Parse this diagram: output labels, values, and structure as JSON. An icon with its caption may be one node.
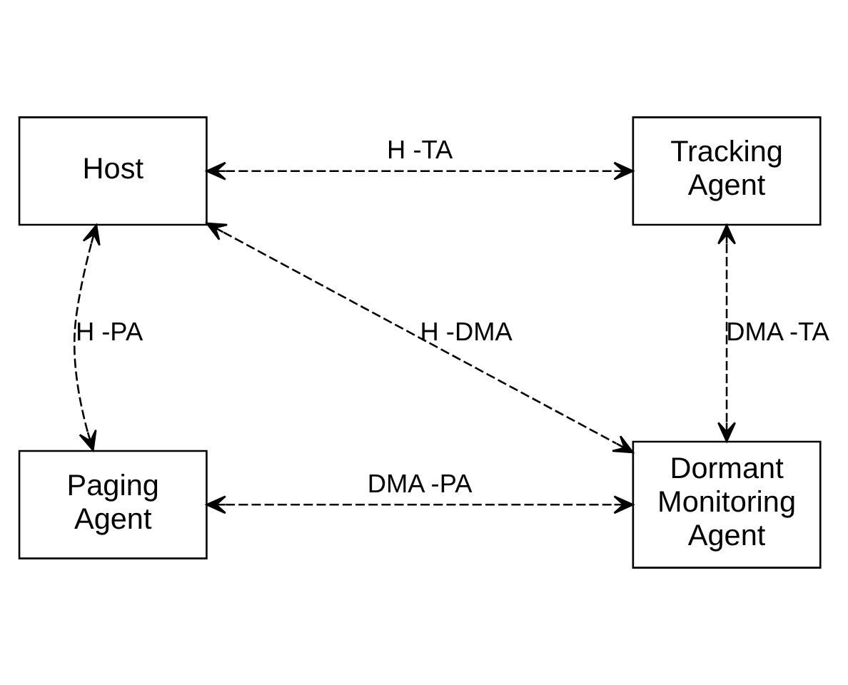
{
  "diagram": {
    "nodes": [
      {
        "text": [
          "Host"
        ]
      },
      {
        "text": [
          "Tracking Agent"
        ]
      },
      {
        "text": [
          "Paging Agent"
        ]
      },
      {
        "text": [
          "Dormant Monitoring Agent"
        ]
      }
    ],
    "edges": [
      {
        "from": 0,
        "to": 1,
        "arrow": "both",
        "label": "H -TA",
        "style": "dashed"
      },
      {
        "from": 0,
        "to": 3,
        "arrow": "both",
        "label": "H -DMA",
        "style": "dashed"
      },
      {
        "from": 1,
        "to": 3,
        "arrow": "both",
        "label": "DMA -TA",
        "style": "dashed"
      },
      {
        "from": 0,
        "to": 2,
        "arrow": "both",
        "label": "H -PA",
        "style": "dashed"
      },
      {
        "from": 2,
        "to": 3,
        "arrow": "both",
        "label": "DMA -PA",
        "style": "dashed"
      }
    ]
  }
}
